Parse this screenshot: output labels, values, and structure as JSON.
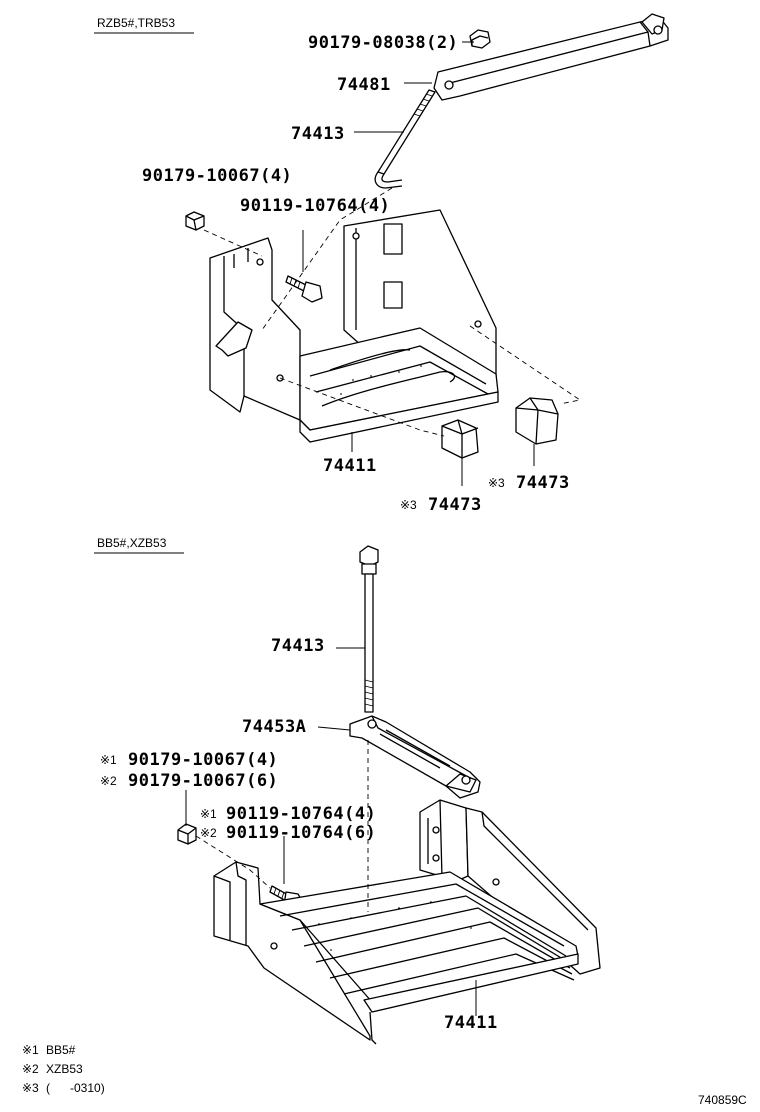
{
  "header_top": "RZB5#,TRB53",
  "header_bottom": "BB5#,XZB53",
  "top_labels": {
    "p1": "90179-08038(2)",
    "p2": "74481",
    "p3": "74413",
    "p4": "90179-10067(4)",
    "p5": "90119-10764(4)",
    "p6": "74411",
    "p7_mark": "※3",
    "p7": "74473",
    "p8_mark": "※3",
    "p8": "74473"
  },
  "bottom_labels": {
    "b1": "74413",
    "b2": "74453A",
    "b3_mark": "※1",
    "b3": "90179-10067(4)",
    "b4_mark": "※2",
    "b4": "90179-10067(6)",
    "b5_mark": "※1",
    "b5": "90119-10764(4)",
    "b6_mark": "※2",
    "b6": "90119-10764(6)",
    "b7": "74411"
  },
  "legend": [
    {
      "mark": "※1",
      "text": "BB5#"
    },
    {
      "mark": "※2",
      "text": "XZB53"
    },
    {
      "mark": "※3",
      "text": "(      -0310)"
    }
  ],
  "figure_id": "740859C"
}
